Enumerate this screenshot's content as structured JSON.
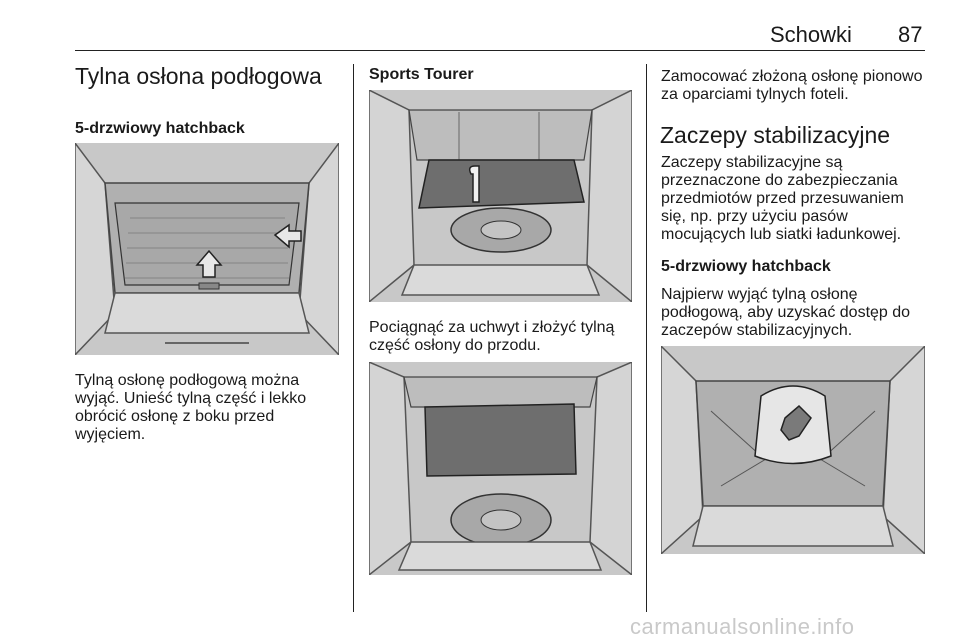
{
  "header": {
    "title": "Schowki",
    "page_number": "87"
  },
  "col1": {
    "heading": "Tylna osłona podłogowa",
    "subheading": "5-drzwiowy hatchback",
    "paragraph": [
      "Tylną osłonę podłogową można",
      "wyjąć. Unieść tylną część i lekko",
      "obrócić osłonę z boku przed",
      "wyjęciem."
    ]
  },
  "col2": {
    "subheading": "Sports Tourer",
    "paragraph": [
      "Pociągnąć za uchwyt i złożyć tylną",
      "część osłony do przodu."
    ]
  },
  "col3": {
    "intro": [
      "Zamocować złożoną osłonę pionowo",
      "za oparciami tylnych foteli."
    ],
    "heading": "Zaczepy stabilizacyjne",
    "paragraph1": [
      "Zaczepy stabilizacyjne są",
      "przeznaczone do zabezpieczania",
      "przedmiotów przed przesuwaniem",
      "się, np. przy użyciu pasów",
      "mocujących lub siatki ładunkowej."
    ],
    "subheading": "5-drzwiowy hatchback",
    "paragraph2": [
      "Najpierw wyjąć tylną osłonę",
      "podłogową, aby uzyskać dostęp do",
      "zaczepów stabilizacyjnych."
    ]
  },
  "watermark": "carmanualsonline.info"
}
